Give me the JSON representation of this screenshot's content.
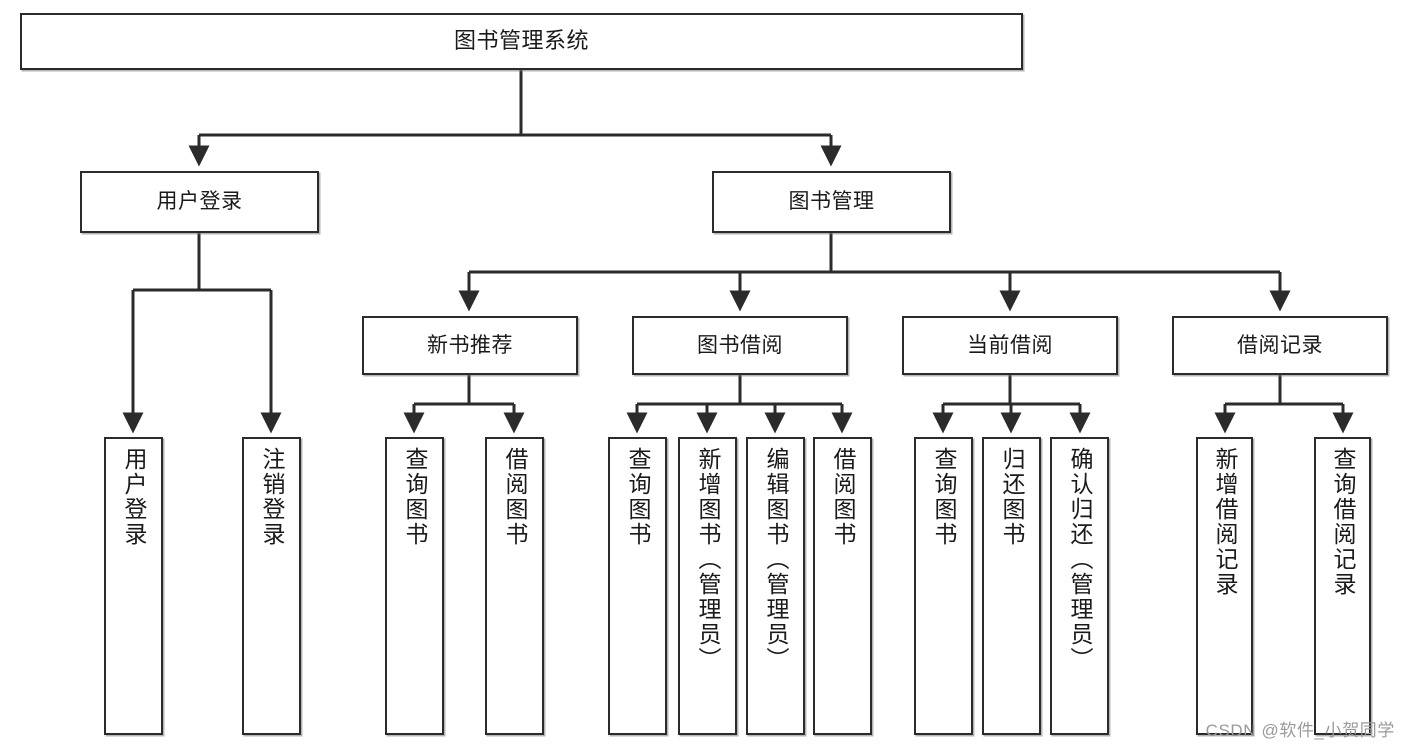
{
  "diagram": {
    "type": "tree",
    "title": "图书管理系统",
    "orientation": "top-down",
    "colors": {
      "box_border": "#2b2b2b",
      "box_fill": "#ffffff",
      "connector": "#2b2b2b",
      "text": "#1a1a1a",
      "watermark": "#9a9a9a",
      "background": "#ffffff"
    },
    "nodes": {
      "root": {
        "label": "图书管理系统",
        "level": 1,
        "text_dir": "horizontal"
      },
      "user_login": {
        "label": "用户登录",
        "level": 2,
        "text_dir": "horizontal"
      },
      "book_manage": {
        "label": "图书管理",
        "level": 2,
        "text_dir": "horizontal"
      },
      "new_book_rec": {
        "label": "新书推荐",
        "level": 3,
        "text_dir": "horizontal"
      },
      "book_borrow": {
        "label": "图书借阅",
        "level": 3,
        "text_dir": "horizontal"
      },
      "current_borrow": {
        "label": "当前借阅",
        "level": 3,
        "text_dir": "horizontal"
      },
      "borrow_record": {
        "label": "借阅记录",
        "level": 3,
        "text_dir": "horizontal"
      },
      "leaf_user_login": {
        "label": "用户登录",
        "level": 4,
        "text_dir": "vertical"
      },
      "leaf_logout": {
        "label": "注销登录",
        "level": 4,
        "text_dir": "vertical"
      },
      "leaf_query_book_1": {
        "label": "查询图书",
        "level": 4,
        "text_dir": "vertical"
      },
      "leaf_borrow_book_1": {
        "label": "借阅图书",
        "level": 4,
        "text_dir": "vertical"
      },
      "leaf_query_book_2": {
        "label": "查询图书",
        "level": 4,
        "text_dir": "vertical"
      },
      "leaf_add_book": {
        "label": "新增图书（管理员）",
        "level": 4,
        "text_dir": "vertical"
      },
      "leaf_edit_book": {
        "label": "编辑图书（管理员）",
        "level": 4,
        "text_dir": "vertical"
      },
      "leaf_borrow_book_2": {
        "label": "借阅图书",
        "level": 4,
        "text_dir": "vertical"
      },
      "leaf_query_book_3": {
        "label": "查询图书",
        "level": 4,
        "text_dir": "vertical"
      },
      "leaf_return_book": {
        "label": "归还图书",
        "level": 4,
        "text_dir": "vertical"
      },
      "leaf_confirm_return": {
        "label": "确认归还（管理员）",
        "level": 4,
        "text_dir": "vertical"
      },
      "leaf_add_record": {
        "label": "新增借阅记录",
        "level": 4,
        "text_dir": "vertical"
      },
      "leaf_query_record": {
        "label": "查询借阅记录",
        "level": 4,
        "text_dir": "vertical"
      }
    },
    "edges": [
      {
        "from": "root",
        "to": "user_login"
      },
      {
        "from": "root",
        "to": "book_manage"
      },
      {
        "from": "user_login",
        "to": "leaf_user_login"
      },
      {
        "from": "user_login",
        "to": "leaf_logout"
      },
      {
        "from": "book_manage",
        "to": "new_book_rec"
      },
      {
        "from": "book_manage",
        "to": "book_borrow"
      },
      {
        "from": "book_manage",
        "to": "current_borrow"
      },
      {
        "from": "book_manage",
        "to": "borrow_record"
      },
      {
        "from": "new_book_rec",
        "to": "leaf_query_book_1"
      },
      {
        "from": "new_book_rec",
        "to": "leaf_borrow_book_1"
      },
      {
        "from": "book_borrow",
        "to": "leaf_query_book_2"
      },
      {
        "from": "book_borrow",
        "to": "leaf_add_book"
      },
      {
        "from": "book_borrow",
        "to": "leaf_edit_book"
      },
      {
        "from": "book_borrow",
        "to": "leaf_borrow_book_2"
      },
      {
        "from": "current_borrow",
        "to": "leaf_query_book_3"
      },
      {
        "from": "current_borrow",
        "to": "leaf_return_book"
      },
      {
        "from": "current_borrow",
        "to": "leaf_confirm_return"
      },
      {
        "from": "borrow_record",
        "to": "leaf_add_record"
      },
      {
        "from": "borrow_record",
        "to": "leaf_query_record"
      }
    ]
  },
  "watermark": {
    "text": "CSDN @软件_小贺同学"
  }
}
